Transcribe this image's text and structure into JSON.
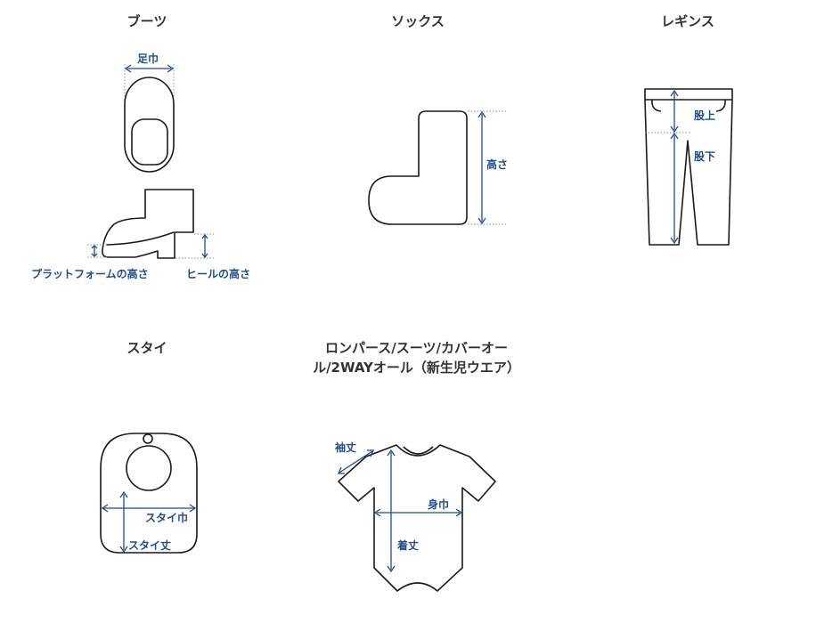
{
  "boots": {
    "title": "ブーツ",
    "foot_width": "足巾",
    "platform_height": "プラットフォームの高さ",
    "heel_height": "ヒールの高さ"
  },
  "socks": {
    "title": "ソックス",
    "height": "高さ"
  },
  "leggings": {
    "title": "レギンス",
    "rise": "股上",
    "inseam": "股下"
  },
  "bib": {
    "title": "スタイ",
    "width": "スタイ巾",
    "length": "スタイ丈"
  },
  "romper": {
    "title": "ロンパース/スーツ/カバーオール/2WAYオール（新生児ウエア）",
    "sleeve_length": "袖丈",
    "chest_width": "身巾",
    "length": "着丈"
  },
  "colors": {
    "dimension": "#1e4d8c",
    "outline": "#1a1a1a",
    "title": "#333333"
  }
}
